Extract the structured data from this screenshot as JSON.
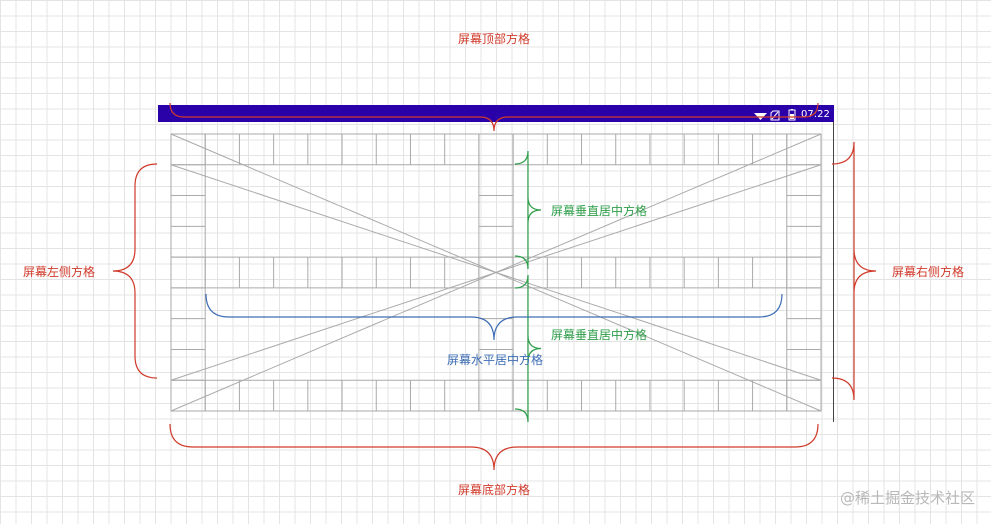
{
  "status_bar": {
    "time": "07:22",
    "bar_color": "#2a00a8",
    "icons": [
      "wifi-icon",
      "sim-icon",
      "battery-icon"
    ]
  },
  "labels": {
    "top": "屏幕顶部方格",
    "bottom": "屏幕底部方格",
    "left": "屏幕左侧方格",
    "right": "屏幕右侧方格",
    "vcenter_upper": "屏幕垂直居中方格",
    "vcenter_lower": "屏幕垂直居中方格",
    "hcenter": "屏幕水平居中方格"
  },
  "colors": {
    "red": "#d03a2a",
    "green": "#2e9e4a",
    "blue": "#3d6db5",
    "grid_line": "#aaaaaa"
  },
  "watermark": "@稀土掘金技术社区"
}
